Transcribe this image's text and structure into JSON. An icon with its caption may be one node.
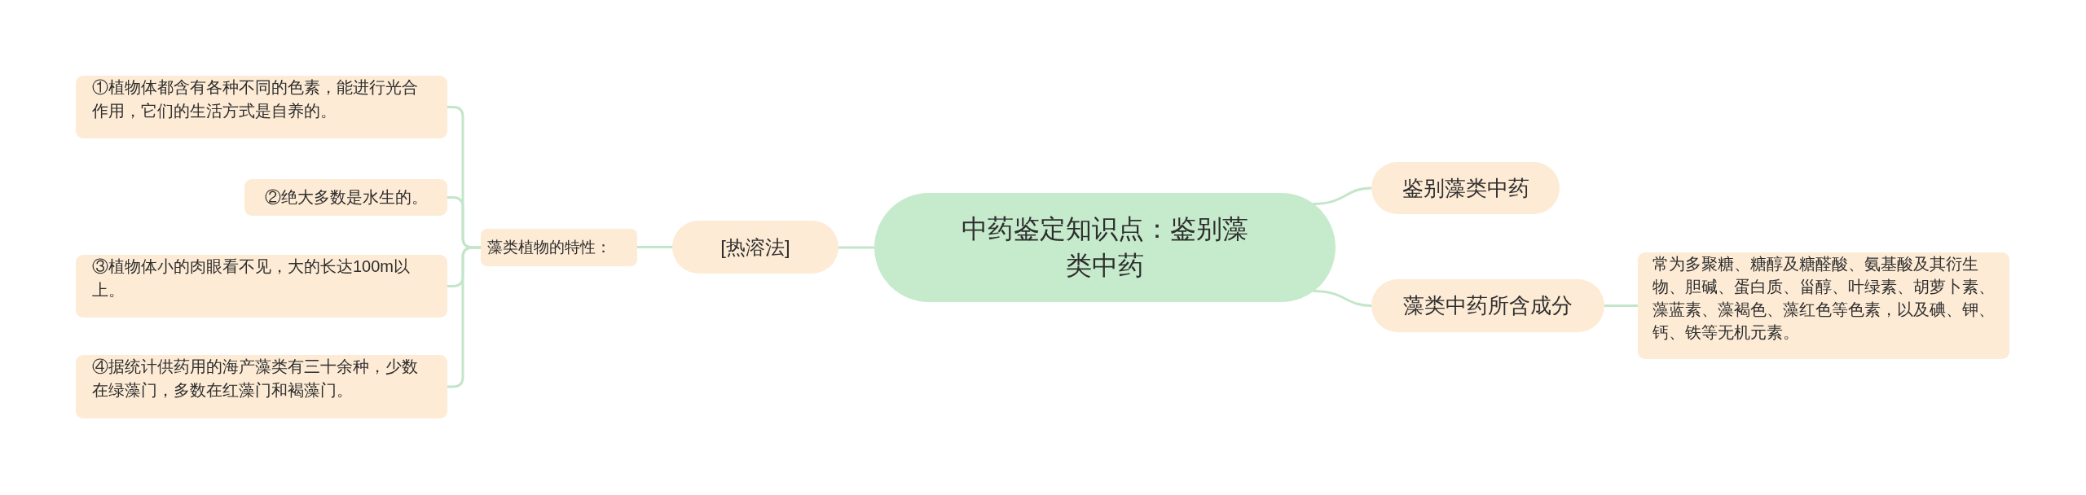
{
  "diagram": {
    "nodes": [
      {
        "text": [
          "中药鉴定知识点：鉴别藻类中药"
        ]
      },
      {
        "text": [
          "[热溶法]"
        ]
      },
      {
        "text": [
          "藻类植物的特性："
        ]
      },
      {
        "text": [
          "①植物体都含有各种不同的色素，能进行光合作用，它们的生活方式是自养的。"
        ]
      },
      {
        "text": [
          "②绝大多数是水生的。"
        ]
      },
      {
        "text": [
          "③植物体小的肉眼看不见，大的长达100m以上。"
        ]
      },
      {
        "text": [
          "④据统计供药用的海产藻类有三十余种，少数在绿藻门，多数在红藻门和褐藻门。"
        ]
      },
      {
        "text": [
          "鉴别藻类中药"
        ]
      },
      {
        "text": [
          "藻类中药所含成分"
        ]
      },
      {
        "text": [
          "常为多聚糖、糖醇及糖醛酸、氨基酸及其衍生物、胆碱、蛋白质、甾醇、叶绿素、胡萝卜素、藻蓝素、藻褐色、藻红色等色素，以及碘、钾、钙、铁等无机元素。"
        ]
      }
    ],
    "edges": [
      {
        "from": 0,
        "to": 1,
        "arrow": "none"
      },
      {
        "from": 1,
        "to": 2,
        "arrow": "none"
      },
      {
        "from": 2,
        "to": 3,
        "arrow": "none"
      },
      {
        "from": 2,
        "to": 4,
        "arrow": "none"
      },
      {
        "from": 2,
        "to": 5,
        "arrow": "none"
      },
      {
        "from": 2,
        "to": 6,
        "arrow": "none"
      },
      {
        "from": 0,
        "to": 7,
        "arrow": "none"
      },
      {
        "from": 0,
        "to": 8,
        "arrow": "none"
      },
      {
        "from": 8,
        "to": 9,
        "arrow": "none"
      }
    ]
  }
}
